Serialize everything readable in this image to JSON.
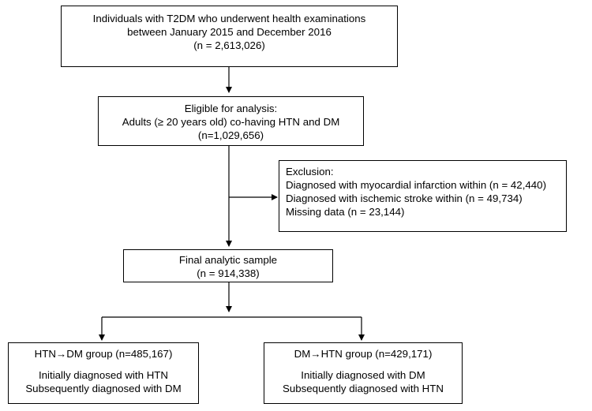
{
  "boxes": {
    "population": {
      "lines": [
        "Individuals with T2DM who underwent health examinations",
        "between January 2015 and December 2016",
        "(n = 2,613,026)"
      ]
    },
    "eligible": {
      "lines": [
        "Eligible for analysis:",
        "Adults (≥ 20 years old) co-having HTN and DM",
        "(n=1,029,656)"
      ]
    },
    "exclusion": {
      "lines": [
        "Exclusion:",
        "Diagnosed with myocardial infarction within (n = 42,440)",
        "Diagnosed with ischemic stroke within (n = 49,734)",
        "Missing data (n = 23,144)"
      ]
    },
    "final": {
      "lines": [
        "Final analytic sample",
        "(n = 914,338)"
      ]
    },
    "htn_dm": {
      "title": "HTN→DM group (n=485,167)",
      "lines": [
        "Initially diagnosed with HTN",
        "Subsequently diagnosed with DM"
      ]
    },
    "dm_htn": {
      "title": "DM→HTN group (n=429,171)",
      "lines": [
        "Initially diagnosed with DM",
        "Subsequently diagnosed with HTN"
      ]
    }
  }
}
